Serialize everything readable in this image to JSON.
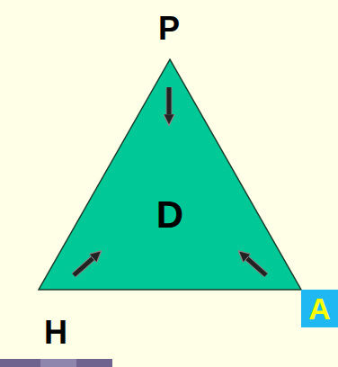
{
  "diagram": {
    "nodes": [
      {
        "text": [
          "D"
        ]
      },
      {
        "text": [
          "A"
        ]
      }
    ],
    "labels": [
      "P",
      "H"
    ]
  }
}
